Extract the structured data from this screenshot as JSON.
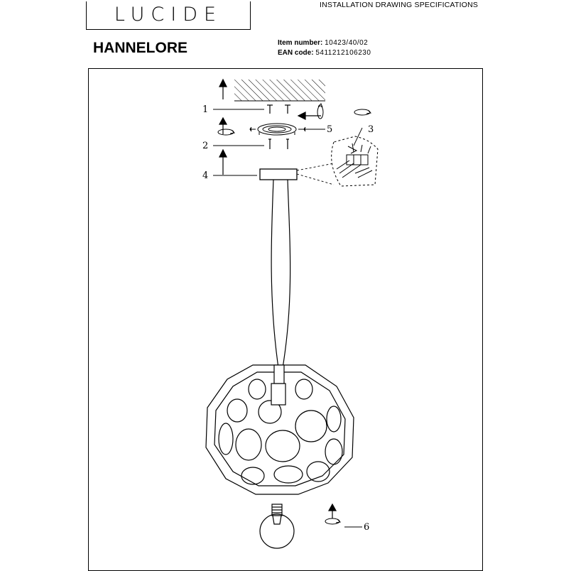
{
  "header": {
    "brand": "LUCIDE",
    "doc_type": "INSTALLATION DRAWING SPECIFICATIONS"
  },
  "product": {
    "name": "HANNELORE",
    "item_label": "Item number:",
    "item_number": "10423/40/02",
    "ean_label": "EAN code:",
    "ean_code": "5411212106230"
  },
  "callouts": {
    "c1": "1",
    "c2": "2",
    "c3": "3",
    "c4": "4",
    "c5": "5",
    "c6": "6"
  }
}
